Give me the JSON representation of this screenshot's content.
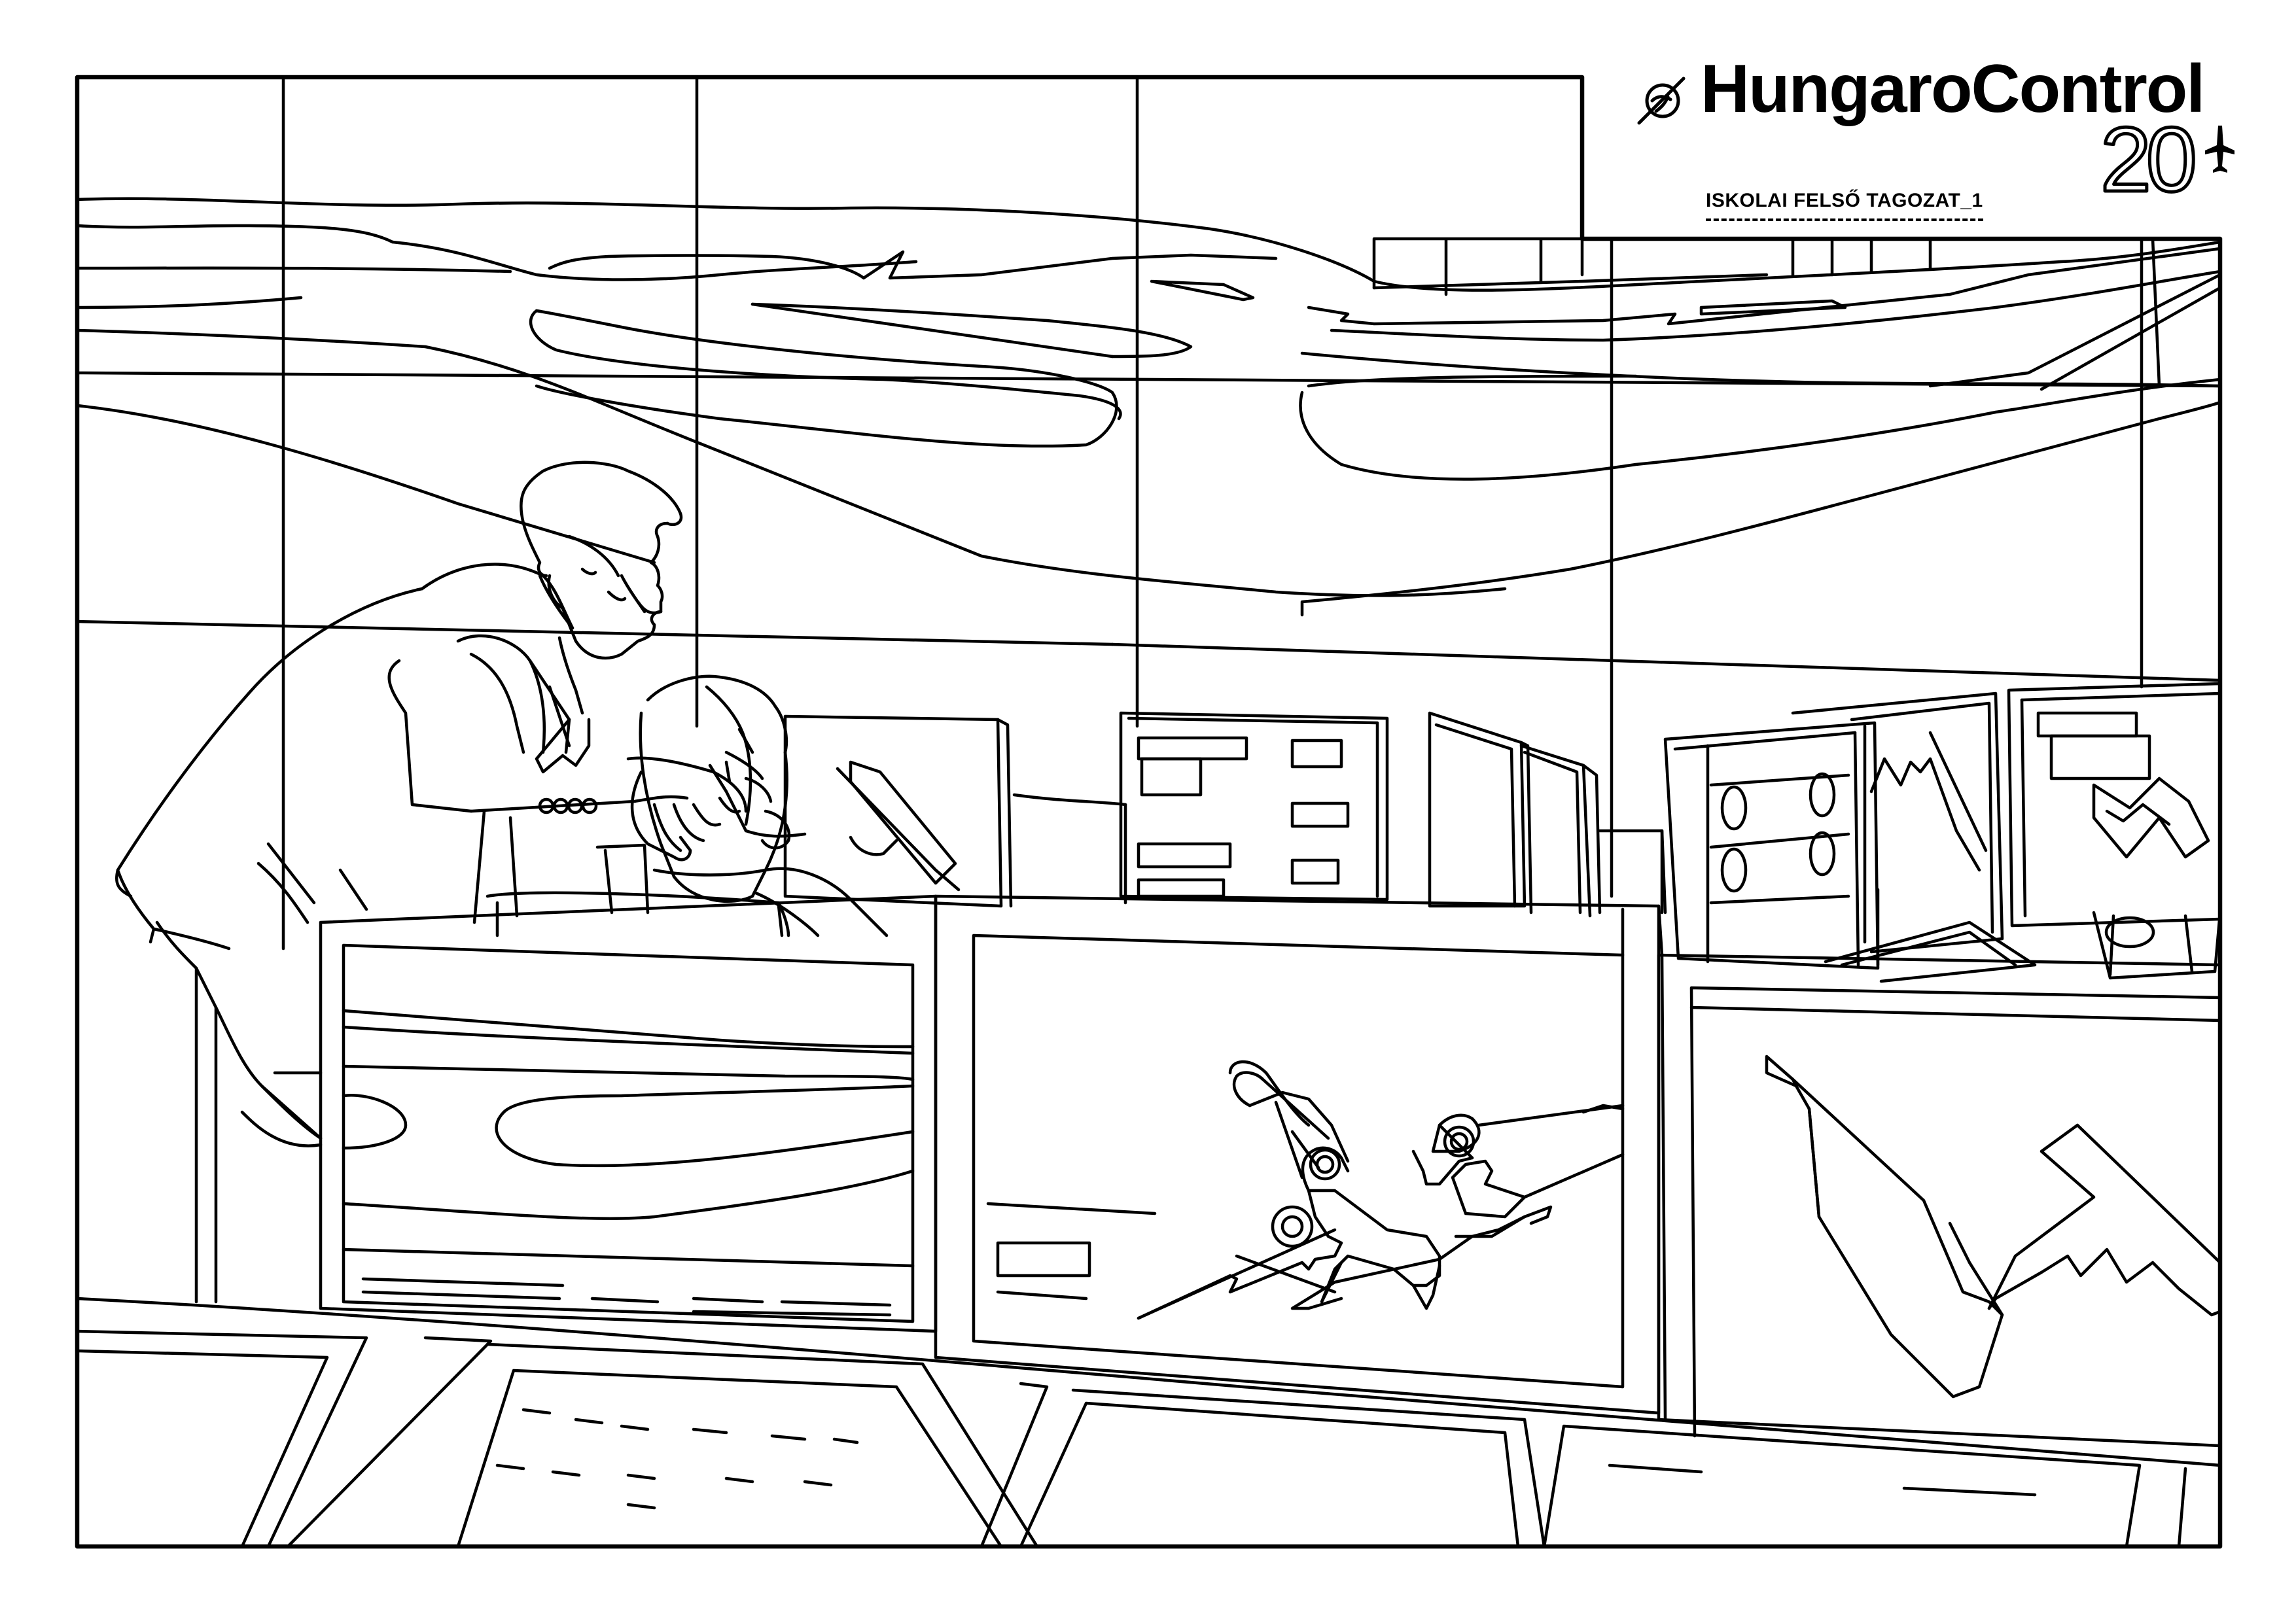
{
  "header": {
    "brand_name": "HungaroControl",
    "anniversary_mark": "20",
    "section_label": "ISKOLAI FELSŐ TAGOZAT_1"
  },
  "icons": {
    "brand_logo": "hungarocontrol-compass-logo-icon",
    "anniversary_plane": "airplane-icon"
  },
  "colors": {
    "line": "#000000",
    "background": "#ffffff"
  }
}
